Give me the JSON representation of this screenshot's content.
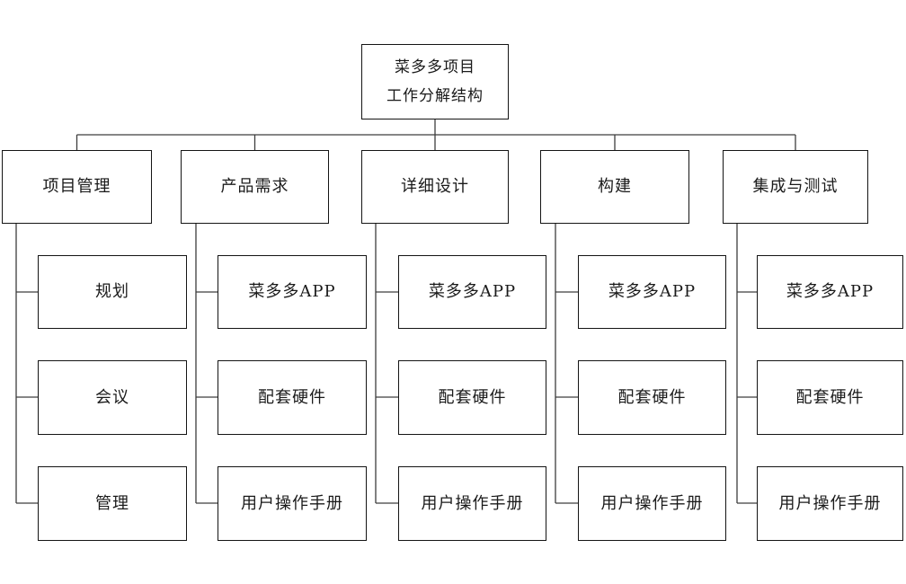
{
  "diagram": {
    "root": {
      "line1": "菜多多项目",
      "line2": "工作分解结构"
    },
    "columns": [
      {
        "label": "项目管理",
        "children": [
          "规划",
          "会议",
          "管理"
        ]
      },
      {
        "label": "产品需求",
        "children": [
          "菜多多APP",
          "配套硬件",
          "用户操作手册"
        ]
      },
      {
        "label": "详细设计",
        "children": [
          "菜多多APP",
          "配套硬件",
          "用户操作手册"
        ]
      },
      {
        "label": "构建",
        "children": [
          "菜多多APP",
          "配套硬件",
          "用户操作手册"
        ]
      },
      {
        "label": "集成与测试",
        "children": [
          "菜多多APP",
          "配套硬件",
          "用户操作手册"
        ]
      }
    ],
    "colors": {
      "background": "#ffffff",
      "border": "#141414",
      "line": "#3d3d3d",
      "text": "#1a1a1a"
    }
  }
}
